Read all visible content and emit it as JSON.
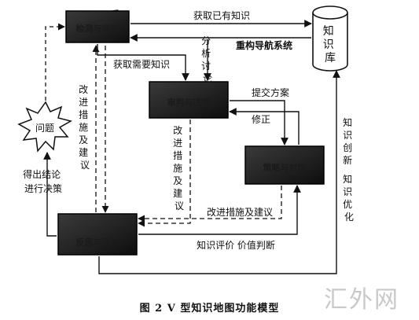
{
  "nodes": {
    "top": "检测与审验",
    "middle": "审判与决策",
    "right": "策略与对策",
    "bottom": "反思与评价",
    "problem": "问题",
    "repository": "知识库"
  },
  "edges": {
    "get_existing": "获取已有知识",
    "reconstruct": "重构导航系统",
    "get_needed": "获取需要知识",
    "analysis": "分析讨论",
    "submit": "提交方案",
    "revise": "修正",
    "improve_left": "改进措施及建议",
    "improve_mid": "改进措施及建议",
    "improve_bottom": "改进措施及建议",
    "evaluate": "知识评价  价值判断",
    "conclude": "得出结论进行决策",
    "innovate": "知识创新  知识优化"
  },
  "caption": "图 2    V 型知识地图功能模型",
  "watermark": "汇外网"
}
